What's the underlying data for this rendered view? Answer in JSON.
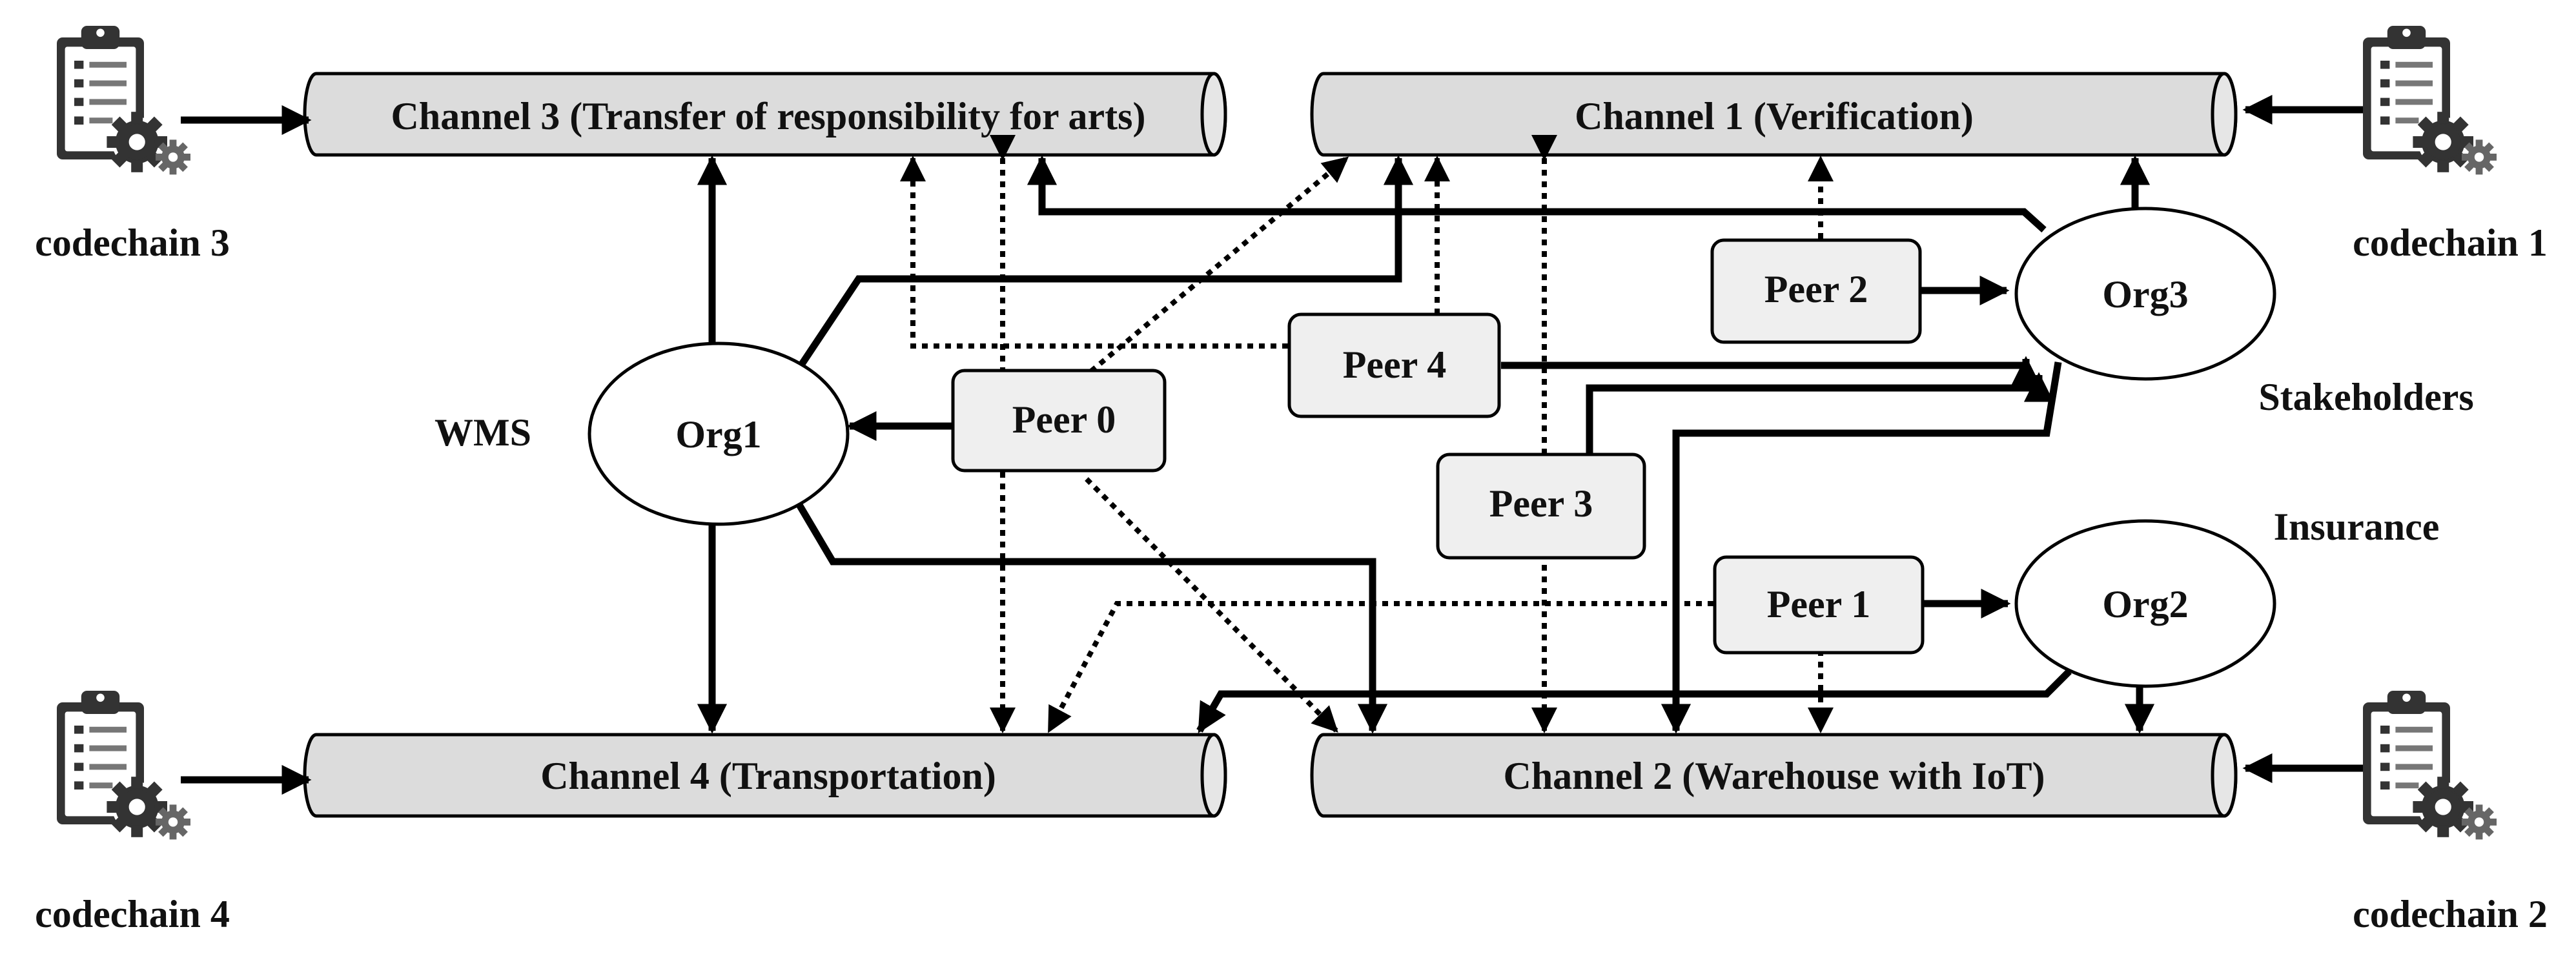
{
  "channels": {
    "ch3": "Channel 3 (Transfer of responsibility for arts)",
    "ch1": "Channel 1 (Verification)",
    "ch4": "Channel 4 (Transportation)",
    "ch2": "Channel 2 (Warehouse with IoT)"
  },
  "orgs": {
    "org1": "Org1",
    "org2": "Org2",
    "org3": "Org3"
  },
  "peers": {
    "peer0": "Peer 0",
    "peer1": "Peer 1",
    "peer2": "Peer 2",
    "peer3": "Peer 3",
    "peer4": "Peer 4"
  },
  "codechains": {
    "cc1": "codechain 1",
    "cc2": "codechain 2",
    "cc3": "codechain 3",
    "cc4": "codechain 4"
  },
  "side_labels": {
    "wms": "WMS",
    "stakeholders": "Stakeholders",
    "insurance": "Insurance"
  },
  "icons": {
    "codechain_icon": "clipboard-gear-icon"
  }
}
